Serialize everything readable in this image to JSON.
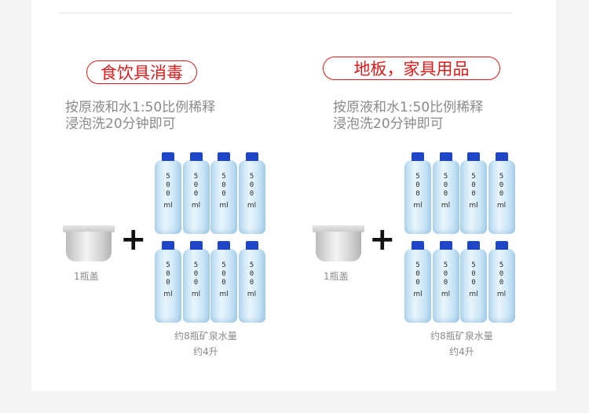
{
  "left": {
    "tag": "食饮具消毒",
    "instr_line1": "按原液和水1:50比例稀释",
    "instr_line2": "浸泡洗20分钟即可",
    "lid_caption": "1瓶盖",
    "water_caption1": "约8瓶矿泉水量",
    "water_caption2": "约4升"
  },
  "right": {
    "tag": "地板，家具用品",
    "instr_line1": "按原液和水1:50比例稀释",
    "instr_line2": "浸泡洗20分钟即可",
    "lid_caption": "1瓶盖",
    "water_caption1": "约8瓶矿泉水量",
    "water_caption2": "约4升"
  },
  "plus_sign": "+",
  "bottle_label": {
    "digits": [
      "5",
      "0",
      "0"
    ],
    "unit": "ml"
  },
  "colors": {
    "tag_red": "#e0191a",
    "cap_blue": "#1f45c8",
    "text_gray": "#8a8a8a"
  }
}
